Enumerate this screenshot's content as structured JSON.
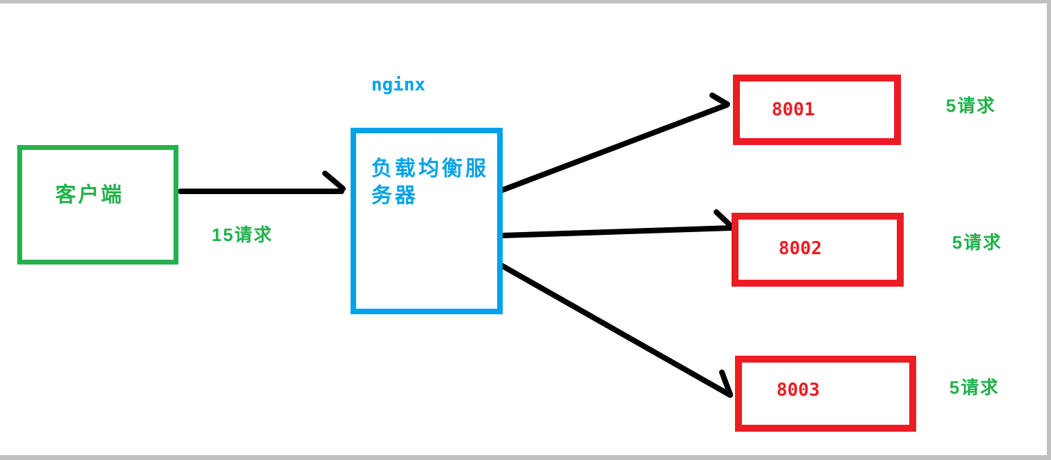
{
  "colors": {
    "green": "#22B14C",
    "blue": "#00A2E8",
    "red": "#ED1C24",
    "arrow": "#000000",
    "frame": "#C0C0C0",
    "canvas": "#FFFFFF"
  },
  "diagram": {
    "client": {
      "label": "客户端"
    },
    "client_edge": {
      "label": "15请求"
    },
    "load_balancer": {
      "caption": "nginx",
      "label": "负载均衡服务器"
    },
    "servers": [
      {
        "label": "8001",
        "request_label": "5请求"
      },
      {
        "label": "8002",
        "request_label": "5请求"
      },
      {
        "label": "8003",
        "request_label": "5请求"
      }
    ]
  }
}
